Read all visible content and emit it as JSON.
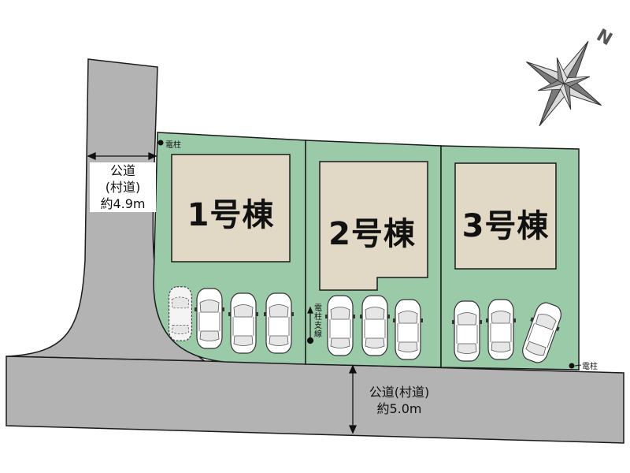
{
  "lots": [
    {
      "id": "1",
      "label": "1号棟"
    },
    {
      "id": "2",
      "label": "2号棟"
    },
    {
      "id": "3",
      "label": "3号棟"
    }
  ],
  "roads": {
    "west": {
      "line1": "公道",
      "line2": "(村道)",
      "line3": "約4.9m"
    },
    "south": {
      "line1": "公道(村道)",
      "line2": "約5.0m"
    }
  },
  "markers": {
    "pole_nw": "電柱",
    "pole_se": "電柱",
    "guy_wire": "電柱支線"
  },
  "compass": {
    "letter": "N",
    "icon": "compass-rose-icon"
  },
  "colors": {
    "lot_green": "#9bcaa9",
    "building": "#e2d8c6",
    "road": "#b3b3b3",
    "outline": "#1a1a1a"
  }
}
